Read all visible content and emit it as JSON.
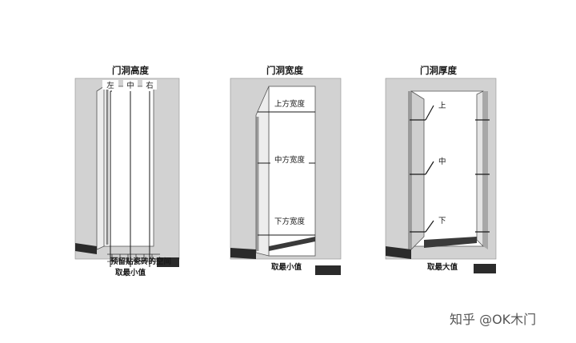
{
  "panels": [
    {
      "title": "门洞高度",
      "top_labels": [
        "左",
        "中",
        "右"
      ],
      "bottom_note": "预留贴瓷砖的空间",
      "bottom_label": "取最小值"
    },
    {
      "title": "门洞宽度",
      "labels": [
        "上方宽度",
        "中方宽度",
        "下方宽度"
      ],
      "bottom_label": "取最小值"
    },
    {
      "title": "门洞厚度",
      "labels": [
        "上",
        "中",
        "下"
      ],
      "bottom_label": "取最大值"
    }
  ],
  "watermark": "知乎 @OK木门",
  "colors": {
    "wall": "#d2d2d2",
    "wall_edge": "#8a8a8a",
    "baseboard": "#2b2b2b",
    "jamb_light": "#ededed",
    "jamb_dark": "#9a9a9a",
    "line": "#1a1a1a"
  }
}
